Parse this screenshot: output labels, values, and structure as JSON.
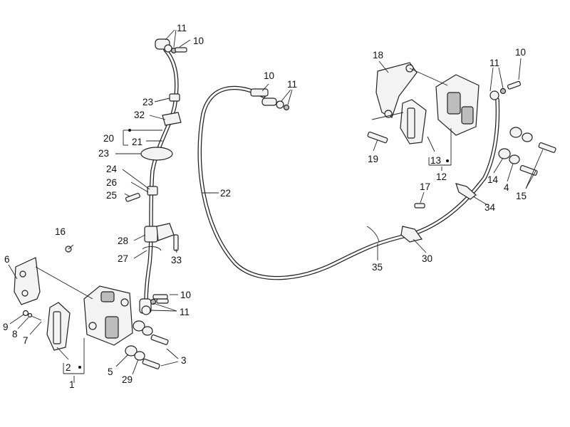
{
  "callouts": {
    "c1": "1",
    "c2": "2",
    "c3": "3",
    "c4": "4",
    "c5": "5",
    "c6": "6",
    "c7": "7",
    "c8": "8",
    "c9": "9",
    "c10a": "10",
    "c10b": "10",
    "c10c": "10",
    "c10d": "10",
    "c11a": "11",
    "c11b": "11",
    "c11c": "11",
    "c11d": "11",
    "c12": "12",
    "c13": "13",
    "c14": "14",
    "c15": "15",
    "c16": "16",
    "c17": "17",
    "c18": "18",
    "c19": "19",
    "c20": "20",
    "c21": "21",
    "c22": "22",
    "c23a": "23",
    "c23b": "23",
    "c24": "24",
    "c25": "25",
    "c26": "26",
    "c27": "27",
    "c28": "28",
    "c29": "29",
    "c30": "30",
    "c32": "32",
    "c33": "33",
    "c34": "34",
    "c35": "35"
  }
}
